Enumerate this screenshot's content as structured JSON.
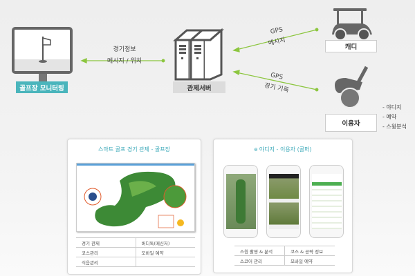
{
  "diagram": {
    "monitor_label": "골프장 모니터링",
    "server_label": "관제서버",
    "caddie_label": "캐디",
    "user_label": "이용자",
    "user_features": [
      "- 야디지",
      "- 예약",
      "- 스윙분석"
    ],
    "monitor_arrow": {
      "line1": "경기정보",
      "line2": "메시지 / 위치"
    },
    "caddie_arrow": {
      "line1": "GPS",
      "line2": "메시지"
    },
    "user_arrow": {
      "line1": "GPS",
      "line2": "경기 기록"
    },
    "colors": {
      "accent": "#4ab5bc",
      "arrow": "#8cc63f",
      "icon": "#666666"
    }
  },
  "card_course": {
    "title": "스마트 골프 경기 관제 - 골프장",
    "rows": [
      [
        "경기 관제",
        "버디톡(메신저)"
      ],
      [
        "코스관리",
        "모바일 예약"
      ],
      [
        "식음관리",
        ""
      ]
    ]
  },
  "card_user": {
    "title": "e 야디지 - 이용자 (골퍼)",
    "rows": [
      [
        "스윙 촬영 & 분석",
        "코스 & 공략 정보"
      ],
      [
        "스코어 관리",
        "모바일 예약"
      ]
    ]
  }
}
